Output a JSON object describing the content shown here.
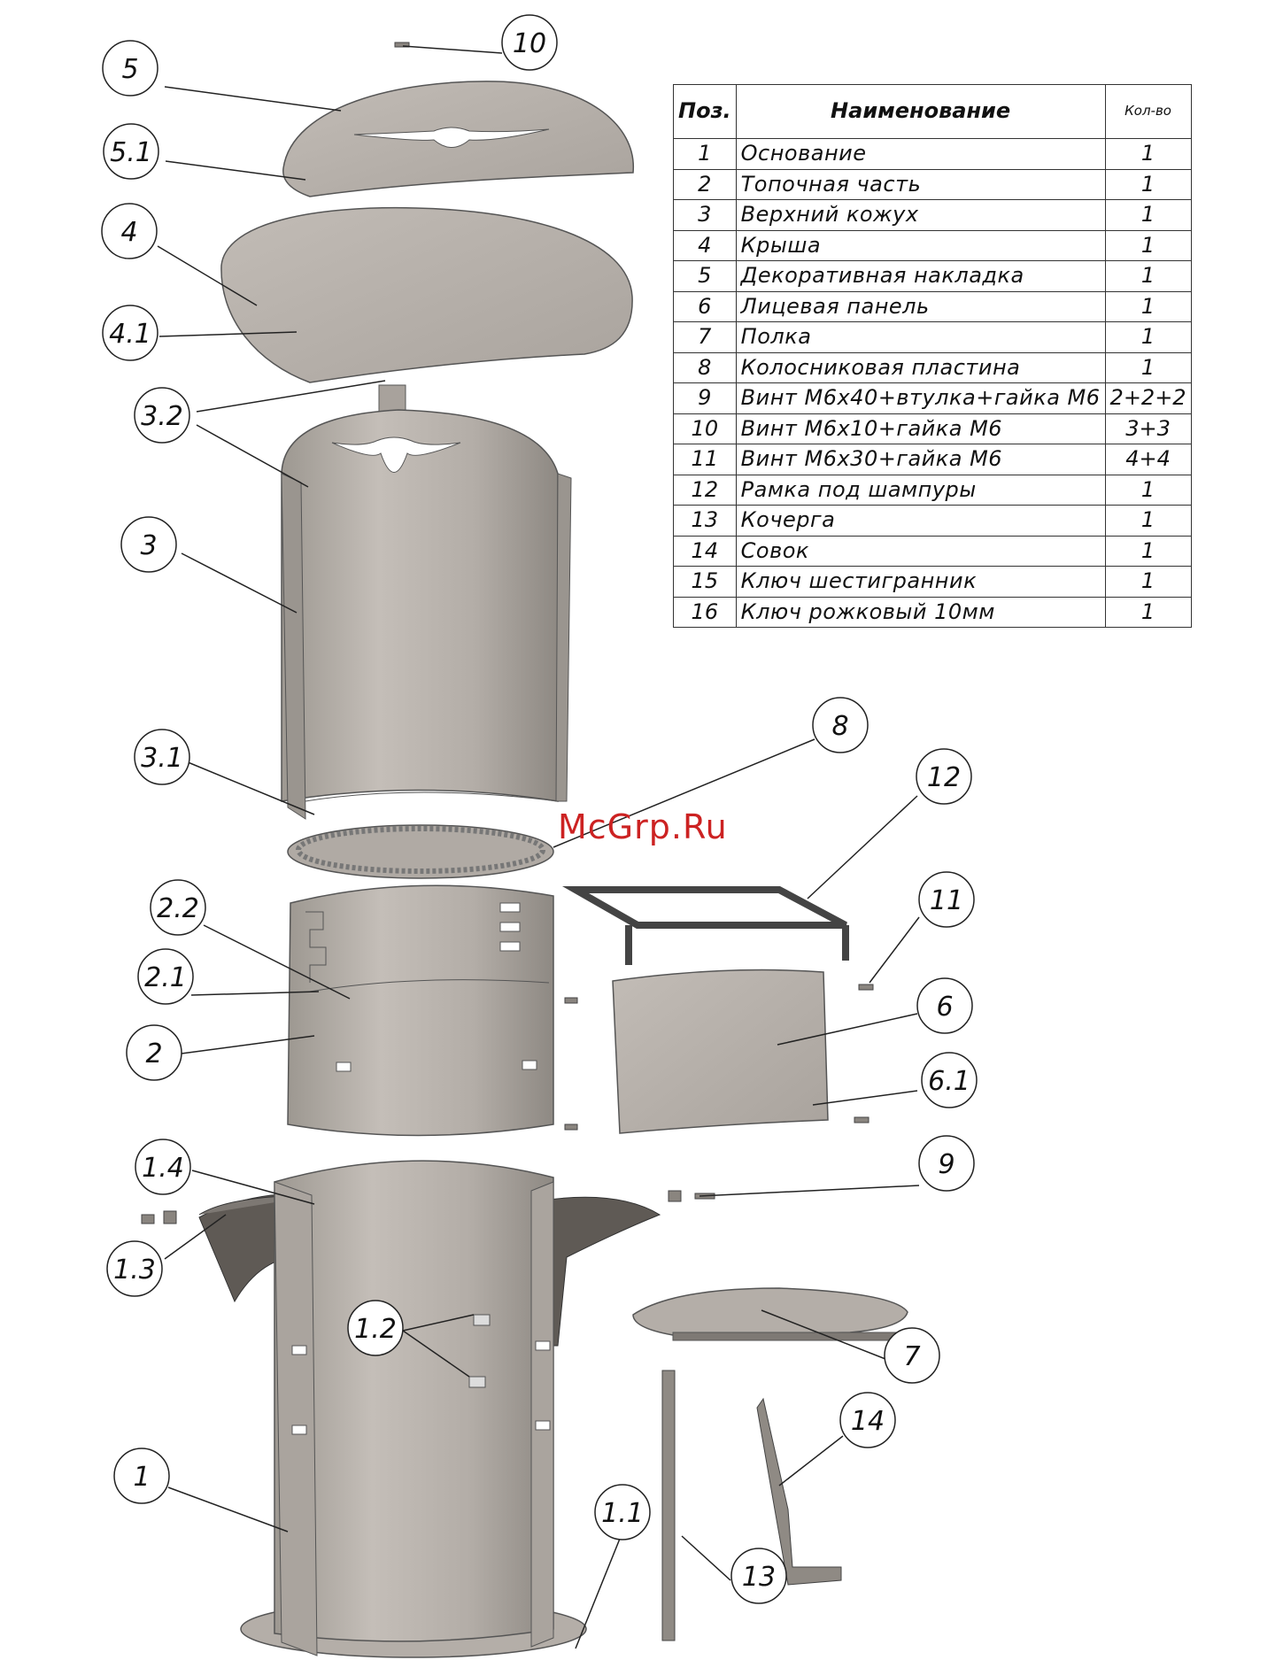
{
  "table": {
    "headers": {
      "pos": "Поз.",
      "name": "Наименование",
      "qty": "Кол-во"
    },
    "rows": [
      {
        "pos": "1",
        "name": "Основание",
        "qty": "1"
      },
      {
        "pos": "2",
        "name": "Топочная часть",
        "qty": "1"
      },
      {
        "pos": "3",
        "name": "Верхний кожух",
        "qty": "1"
      },
      {
        "pos": "4",
        "name": "Крыша",
        "qty": "1"
      },
      {
        "pos": "5",
        "name": "Декоративная накладка",
        "qty": "1"
      },
      {
        "pos": "6",
        "name": "Лицевая панель",
        "qty": "1"
      },
      {
        "pos": "7",
        "name": "Полка",
        "qty": "1"
      },
      {
        "pos": "8",
        "name": "Колосниковая пластина",
        "qty": "1"
      },
      {
        "pos": "9",
        "name": "Винт М6х40+втулка+гайка М6",
        "qty": "2+2+2"
      },
      {
        "pos": "10",
        "name": "Винт М6х10+гайка М6",
        "qty": "3+3"
      },
      {
        "pos": "11",
        "name": "Винт М6х30+гайка М6",
        "qty": "4+4"
      },
      {
        "pos": "12",
        "name": "Рамка под шампуры",
        "qty": "1"
      },
      {
        "pos": "13",
        "name": "Кочерга",
        "qty": "1"
      },
      {
        "pos": "14",
        "name": "Совок",
        "qty": "1"
      },
      {
        "pos": "15",
        "name": "Ключ шестигранник",
        "qty": "1"
      },
      {
        "pos": "16",
        "name": "Ключ рожковый 10мм",
        "qty": "1"
      }
    ]
  },
  "callouts": [
    "10",
    "5",
    "5.1",
    "4",
    "4.1",
    "3.2",
    "3",
    "3.1",
    "8",
    "12",
    "2.2",
    "2.1",
    "2",
    "11",
    "6",
    "6.1",
    "1.4",
    "9",
    "1.3",
    "1.2",
    "7",
    "14",
    "1",
    "1.1",
    "13"
  ],
  "watermark": "McGrp.Ru",
  "colors": {
    "metal": "#b8b2ac",
    "metal_dark": "#8f8a84",
    "line": "#222222",
    "watermark": "#cc2222"
  }
}
